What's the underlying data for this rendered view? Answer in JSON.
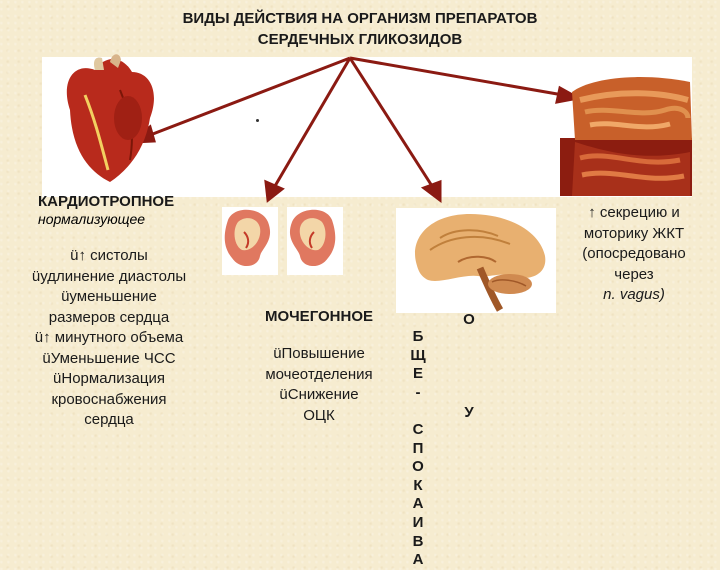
{
  "title": {
    "line1": "ВИДЫ ДЕЙСТВИЯ НА ОРГАНИЗМ ПРЕПАРАТОВ",
    "line2": "СЕРДЕЧНЫХ ГЛИКОЗИДОВ"
  },
  "cardiotropic": {
    "title": "КАРДИОТРОПНОЕ",
    "subtitle": "нормализующее",
    "items": [
      "ü↑ систолы",
      "üудлинение диастолы",
      "üуменьшение",
      "размеров сердца",
      "ü↑ минутного объема",
      "üУменьшение ЧСС",
      "üНормализация",
      "кровоснабжения",
      "сердца"
    ]
  },
  "diuretic": {
    "title": "МОЧЕГОННОЕ",
    "items": [
      "üПовышение",
      "мочеотделения",
      "üСнижение",
      "ОЦК"
    ]
  },
  "gastro": {
    "lines": [
      "↑ секрецию и",
      "моторику ЖКТ",
      "(опосредовано",
      "через",
      "n. vagus)"
    ]
  },
  "cns_vertical": [
    "Б",
    "Щ",
    "Е",
    "-",
    " ",
    "С",
    "П",
    "О",
    "К",
    "А",
    "И",
    "В",
    "А"
  ],
  "cns_vertical2": [
    "О",
    " ",
    " ",
    " ",
    " ",
    "У"
  ],
  "colors": {
    "arrow": "#8b1a12",
    "background": "#f6ecd0",
    "text": "#1a1a1a"
  }
}
